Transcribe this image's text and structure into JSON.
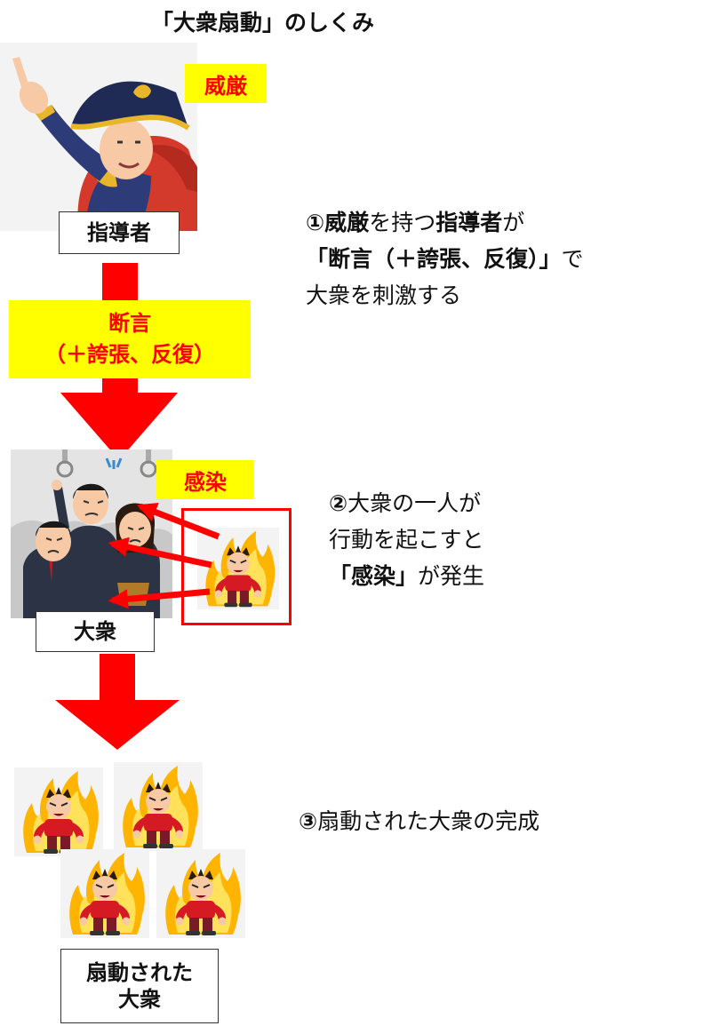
{
  "title": "「大衆扇動」のしくみ",
  "labels": {
    "leader": "指導者",
    "authority": "威厳",
    "assertion_line1": "断言",
    "assertion_line2": "（＋誇張、反復）",
    "infection": "感染",
    "masses": "大衆",
    "incited_line1": "扇動された",
    "incited_line2": "大衆"
  },
  "steps": [
    {
      "num": "①",
      "l1_bold1": "威厳",
      "l1_text1": "を持つ",
      "l1_bold2": "指導者",
      "l1_text2": "が",
      "l2_bold": "「断言（＋誇張、反復）」",
      "l2_text": "で",
      "l3_text": "大衆を刺激する"
    },
    {
      "num": "②",
      "l1_text": "大衆の一人が",
      "l2_text": "行動を起こすと",
      "l3_bold": "「感染」",
      "l3_text": "が発生"
    },
    {
      "num": "③",
      "l1_text": "扇動された大衆の完成"
    }
  ],
  "colors": {
    "arrow": "#ff0000",
    "highlight": "#ffff00",
    "highlight_text": "#ff0000"
  },
  "icons": [
    "leader-illustration",
    "crowd-illustration",
    "fired-up-person-icon"
  ]
}
